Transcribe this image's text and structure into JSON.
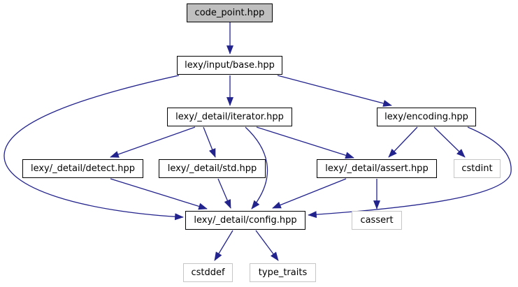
{
  "diagram": {
    "kind": "include-dependency-graph",
    "colors": {
      "background": "#ffffff",
      "edge": "#23238d",
      "node_fill": "#ffffff",
      "node_border": "#000000",
      "main_node_fill": "#bfbfbf",
      "system_node_border": "#c6c6c6",
      "text": "#000000"
    },
    "nodes": [
      {
        "id": "code_point",
        "label": "code_point.hpp",
        "kind": "main"
      },
      {
        "id": "base",
        "label": "lexy/input/base.hpp",
        "kind": "project"
      },
      {
        "id": "iterator",
        "label": "lexy/_detail/iterator.hpp",
        "kind": "project"
      },
      {
        "id": "encoding",
        "label": "lexy/encoding.hpp",
        "kind": "project"
      },
      {
        "id": "detect",
        "label": "lexy/_detail/detect.hpp",
        "kind": "project"
      },
      {
        "id": "std",
        "label": "lexy/_detail/std.hpp",
        "kind": "project"
      },
      {
        "id": "assert",
        "label": "lexy/_detail/assert.hpp",
        "kind": "project"
      },
      {
        "id": "cstdint",
        "label": "cstdint",
        "kind": "system"
      },
      {
        "id": "config",
        "label": "lexy/_detail/config.hpp",
        "kind": "project"
      },
      {
        "id": "cassert",
        "label": "cassert",
        "kind": "system"
      },
      {
        "id": "cstddef",
        "label": "cstddef",
        "kind": "system"
      },
      {
        "id": "type_traits",
        "label": "type_traits",
        "kind": "system"
      }
    ],
    "edges": [
      {
        "from": "code_point.hpp",
        "to": "lexy/input/base.hpp"
      },
      {
        "from": "lexy/input/base.hpp",
        "to": "lexy/_detail/iterator.hpp"
      },
      {
        "from": "lexy/input/base.hpp",
        "to": "lexy/encoding.hpp"
      },
      {
        "from": "lexy/input/base.hpp",
        "to": "lexy/_detail/config.hpp"
      },
      {
        "from": "lexy/_detail/iterator.hpp",
        "to": "lexy/_detail/detect.hpp"
      },
      {
        "from": "lexy/_detail/iterator.hpp",
        "to": "lexy/_detail/std.hpp"
      },
      {
        "from": "lexy/_detail/iterator.hpp",
        "to": "lexy/_detail/assert.hpp"
      },
      {
        "from": "lexy/_detail/iterator.hpp",
        "to": "lexy/_detail/config.hpp"
      },
      {
        "from": "lexy/encoding.hpp",
        "to": "lexy/_detail/assert.hpp"
      },
      {
        "from": "lexy/encoding.hpp",
        "to": "cstdint"
      },
      {
        "from": "lexy/encoding.hpp",
        "to": "lexy/_detail/config.hpp"
      },
      {
        "from": "lexy/_detail/detect.hpp",
        "to": "lexy/_detail/config.hpp"
      },
      {
        "from": "lexy/_detail/std.hpp",
        "to": "lexy/_detail/config.hpp"
      },
      {
        "from": "lexy/_detail/assert.hpp",
        "to": "lexy/_detail/config.hpp"
      },
      {
        "from": "lexy/_detail/assert.hpp",
        "to": "cassert"
      },
      {
        "from": "lexy/_detail/config.hpp",
        "to": "cstddef"
      },
      {
        "from": "lexy/_detail/config.hpp",
        "to": "type_traits"
      }
    ]
  }
}
